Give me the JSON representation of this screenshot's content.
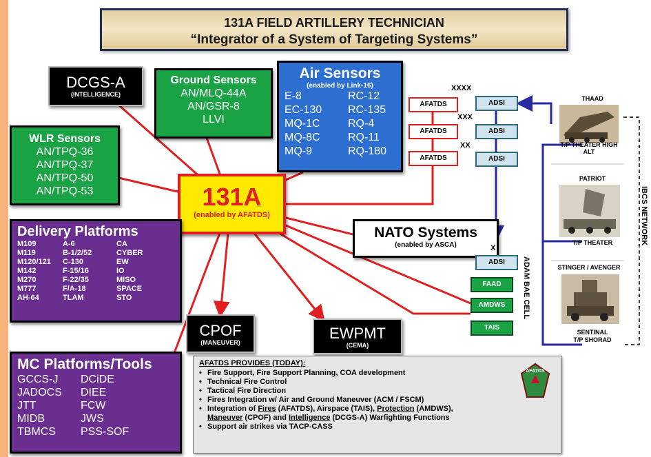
{
  "title": {
    "line1": "131A FIELD ARTILLERY TECHNICIAN",
    "line2": "“Integrator of a System of Targeting Systems”"
  },
  "center": {
    "label": "131A",
    "sub": "(enabled by AFATDS)"
  },
  "dcgs": {
    "label": "DCGS-A",
    "sub": "(INTELLIGENCE)"
  },
  "ground_sensors": {
    "title": "Ground Sensors",
    "items": [
      "AN/MLQ-44A",
      "AN/GSR-8",
      "LLVI"
    ]
  },
  "air_sensors": {
    "title": "Air Sensors",
    "sub": "(enabled by Link-16)",
    "col1": [
      "E-8",
      "EC-130",
      "MQ-1C",
      "MQ-8C",
      "MQ-9"
    ],
    "col2": [
      "RC-12",
      "RC-135",
      "RQ-4",
      "RQ-11",
      "RQ-180"
    ]
  },
  "wlr_sensors": {
    "title": "WLR Sensors",
    "items": [
      "AN/TPQ-36",
      "AN/TPQ-37",
      "AN/TPQ-50",
      "AN/TPQ-53"
    ]
  },
  "delivery_platforms": {
    "title": "Delivery Platforms",
    "col1": [
      "M109",
      "M119",
      "M120/121",
      "M142",
      "M270",
      "M777",
      "AH-64"
    ],
    "col2": [
      "A-6",
      "B-1/2/52",
      "C-130",
      "F-15/16",
      "F-22/35",
      "F/A-18",
      "TLAM"
    ],
    "col3": [
      "CA",
      "CYBER",
      "EW",
      "IO",
      "MISO",
      "SPACE",
      "STO"
    ]
  },
  "mc_platforms": {
    "title": "MC Platforms/Tools",
    "col1": [
      "GCCS-J",
      "JADOCS",
      "JTT",
      "MIDB",
      "TBMCS"
    ],
    "col2": [
      "DCiDE",
      "DIEE",
      "FCW",
      "JWS",
      "PSS-SOF"
    ]
  },
  "nato": {
    "label": "NATO Systems",
    "sub": "(enabled by ASCA)"
  },
  "cpof": {
    "label": "CPOF",
    "sub": "(MANEUVER)"
  },
  "ewpmt": {
    "label": "EWPMT",
    "sub": "(CEMA)"
  },
  "echelons": {
    "e1": "XXXX",
    "e2": "XXX",
    "e3": "XX",
    "e4": "X"
  },
  "afatds_label": "AFATDS",
  "adsi_label": "ADSI",
  "adam_cell": {
    "label": "ADAM BAE CELL",
    "items": [
      "FAAD",
      "AMDWS",
      "TAIS"
    ]
  },
  "ibcs": "IBCS NETWORK",
  "systems": {
    "thaad": {
      "name": "THAAD",
      "tp": "T/P THEATER HIGH ALT"
    },
    "patriot": {
      "name": "PATRIOT",
      "tp": "T/P THEATER"
    },
    "stinger": {
      "name": "STINGER / AVENGER",
      "tp1": "SENTINAL",
      "tp2": "T/P SHORAD"
    }
  },
  "provides": {
    "heading": "AFATDS PROVIDES (TODAY):",
    "b1": "Fire Support, Fire Support Planning, COA development",
    "b2": "Technical Fire Control",
    "b3": "Tactical Fire Direction",
    "b4": "Fires Integration w/ Air and Ground Maneuver (ACM / FSCM)",
    "b5a": "Integration of ",
    "b5b": "Fires",
    "b5c": " (AFATDS), Airspace (TAIS), ",
    "b5d": "Protection",
    "b5e": " (AMDWS),",
    "b6a": "Maneuver",
    "b6b": " (CPOF) and ",
    "b6c": "Intelligence",
    "b6d": " (DCGS-A) Warfighting Functions",
    "b7": "Support air strikes via TACP-CASS",
    "logo_text": "AFATDS"
  },
  "colors": {
    "link_red": "#e02020",
    "link_blue": "#2a2aa0",
    "green": "#1aa345",
    "purple": "#6a2d90",
    "blue": "#2d6fd0",
    "yellow": "#ffea00"
  }
}
